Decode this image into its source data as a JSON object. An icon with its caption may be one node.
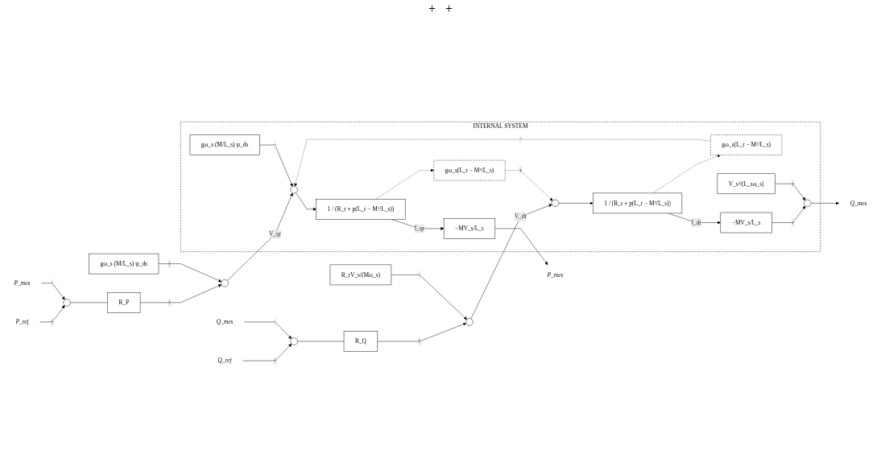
{
  "diagram": {
    "nodes": [
      {
        "text": [
          "INTERNAL SYSTEM"
        ]
      },
      {
        "text": [
          "P_ref"
        ]
      },
      {
        "text": [],
        "shape": "circle"
      },
      {
        "text": [
          "P_mes"
        ]
      },
      {
        "text": [
          "R_P"
        ]
      },
      {
        "text": [],
        "shape": "circle"
      },
      {
        "text": [
          "gω_s (M/L_s) ψ_ds"
        ]
      },
      {
        "text": [],
        "shape": "circle",
        "in": 0
      },
      {
        "text": [
          "gω_s (M/L_s) ψ_ds"
        ],
        "in": 0
      },
      {
        "text": [
          "1 / (R_r + p(L_r − M²/L_s))"
        ],
        "in": 0
      },
      {
        "text": [
          "gω_s(L_r − M²/L_s)"
        ],
        "in": 0
      },
      {
        "text": [
          "−MV_s/L_s"
        ],
        "in": 0
      },
      {
        "text": [
          "P_mes"
        ]
      },
      {
        "text": [
          "gω_s(L_r − M²/L_s)"
        ],
        "in": 0
      },
      {
        "text": [
          "Q_ref"
        ]
      },
      {
        "text": [],
        "shape": "circle"
      },
      {
        "text": [
          "Q_mes"
        ]
      },
      {
        "text": [
          "R_Q"
        ]
      },
      {
        "text": [],
        "shape": "circle"
      },
      {
        "text": [
          "R_rV_s/(Mω_s)"
        ]
      },
      {
        "text": [],
        "shape": "circle",
        "in": 0
      },
      {
        "text": [
          "1 / (R_r + p(L_r − M²/L_s))"
        ],
        "in": 0
      },
      {
        "text": [
          "−MV_s/L_s"
        ],
        "in": 0
      },
      {
        "text": [],
        "shape": "circle",
        "in": 0
      },
      {
        "text": [
          "V_s²/(L_sω_s)"
        ],
        "in": 0
      },
      {
        "text": [
          "Q_mes"
        ]
      }
    ],
    "edges": [
      {
        "from": 1,
        "to": 2,
        "arrow": "to",
        "label": "+"
      },
      {
        "from": 3,
        "to": 2,
        "arrow": "to",
        "label": "-"
      },
      {
        "from": 2,
        "to": 4,
        "arrow": "none"
      },
      {
        "from": 4,
        "to": 5,
        "arrow": "to",
        "label": "+"
      },
      {
        "from": 6,
        "to": 5,
        "arrow": "to",
        "label": "+"
      },
      {
        "from": 5,
        "to": 7,
        "arrow": "to",
        "label": "V_qr"
      },
      {
        "from": 8,
        "to": 7,
        "arrow": "to",
        "label": "-"
      },
      {
        "from": 10,
        "to": 7,
        "arrow": "to",
        "label": "-",
        "style": "dashed"
      },
      {
        "from": 7,
        "to": 9,
        "arrow": "to"
      },
      {
        "from": 9,
        "to": 11,
        "arrow": "to",
        "label": "I_qr"
      },
      {
        "from": 9,
        "to": 13,
        "arrow": "to",
        "style": "dashed"
      },
      {
        "from": 11,
        "to": 12,
        "arrow": "to"
      },
      {
        "from": 14,
        "to": 15,
        "arrow": "to",
        "label": "+"
      },
      {
        "from": 16,
        "to": 15,
        "arrow": "to",
        "label": "-"
      },
      {
        "from": 15,
        "to": 17,
        "arrow": "none"
      },
      {
        "from": 17,
        "to": 18,
        "arrow": "to",
        "label": "+"
      },
      {
        "from": 19,
        "to": 18,
        "arrow": "to",
        "label": "-"
      },
      {
        "from": 18,
        "to": 20,
        "arrow": "to",
        "label": "V_dr"
      },
      {
        "from": 13,
        "to": 20,
        "arrow": "to",
        "label": "+",
        "style": "dashed"
      },
      {
        "from": 20,
        "to": 21,
        "arrow": "to"
      },
      {
        "from": 21,
        "to": 22,
        "arrow": "to",
        "label": "I_dr"
      },
      {
        "from": 21,
        "to": 10,
        "arrow": "to",
        "style": "dashed"
      },
      {
        "from": 22,
        "to": 23,
        "arrow": "to",
        "label": "+"
      },
      {
        "from": 24,
        "to": 23,
        "arrow": "to",
        "label": "+"
      },
      {
        "from": 23,
        "to": 25,
        "arrow": "to"
      }
    ],
    "labels": [
      "+",
      "+"
    ]
  }
}
